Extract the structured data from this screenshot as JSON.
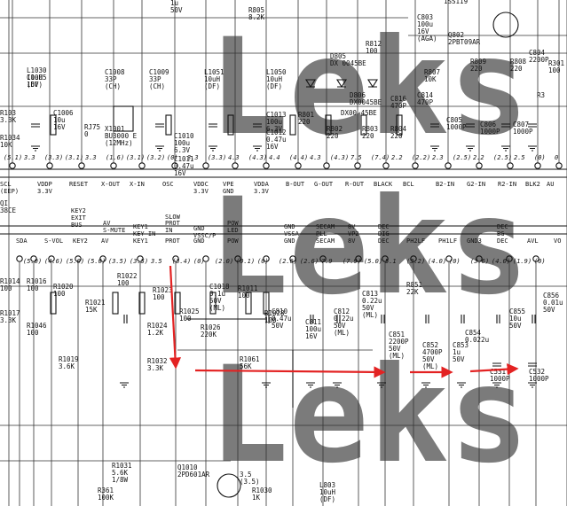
{
  "watermark": "Leks",
  "top_parts": [
    {
      "id": "q_top",
      "text": "1SS119"
    },
    {
      "id": "c_top1",
      "text": "1u\n50V"
    },
    {
      "id": "r805",
      "text": "R805\n8.2K"
    },
    {
      "id": "c803",
      "text": "C803\n100u\n16V\n(AGA)"
    },
    {
      "id": "q802",
      "text": "Q802\n2PBT09AR"
    },
    {
      "id": "r812",
      "text": "R812\n100"
    },
    {
      "id": "d805",
      "text": "D805\nDX 0045BE"
    },
    {
      "id": "r807",
      "text": "R807\n10K"
    },
    {
      "id": "r809",
      "text": "R809\n220"
    },
    {
      "id": "r808",
      "text": "R808\n220"
    },
    {
      "id": "c804",
      "text": "C804\n2200P"
    },
    {
      "id": "r301",
      "text": "R301\n100"
    },
    {
      "id": "r3",
      "text": "R3"
    },
    {
      "id": "c814",
      "text": "C814\n470P"
    },
    {
      "id": "c805",
      "text": "C805\n1000P"
    },
    {
      "id": "c806",
      "text": "C806\n1000P"
    },
    {
      "id": "c807",
      "text": "C807\n1000P"
    },
    {
      "id": "l1030",
      "text": "L1030\n10uH\n(DF)"
    },
    {
      "id": "c1008",
      "text": "C1008\n33P\n(CH)"
    },
    {
      "id": "c1009",
      "text": "C1009\n33P\n(CH)"
    },
    {
      "id": "l1051",
      "text": "L1051\n10uH\n(DF)"
    },
    {
      "id": "l1050",
      "text": "L1050\n10uH\n(DF)"
    },
    {
      "id": "c1006",
      "text": "C1006\n10u\n16V"
    },
    {
      "id": "rj75",
      "text": "RJ75\n0"
    },
    {
      "id": "x1001",
      "text": "X1001\nBU3000 E\n(12MHz)"
    },
    {
      "id": "c1010",
      "text": "C1010\n100u\n6.3V"
    },
    {
      "id": "c1011",
      "text": "C1011\n0.47u\n16V"
    },
    {
      "id": "c1013",
      "text": "C1013\n100u\n6.3V"
    },
    {
      "id": "c1012",
      "text": "C1012\n0.47u\n16V"
    },
    {
      "id": "r801",
      "text": "R801\n220"
    },
    {
      "id": "d806",
      "text": "D806\nDX0045BE"
    },
    {
      "id": "d804",
      "text": "DX00 45BE"
    },
    {
      "id": "c816",
      "text": "C816\n470P"
    },
    {
      "id": "r802",
      "text": "R802\n220"
    },
    {
      "id": "r803",
      "text": "R803\n220"
    },
    {
      "id": "r804",
      "text": "R804\n220"
    },
    {
      "id": "c1005",
      "text": "C1005\n16V"
    },
    {
      "id": "r103",
      "text": "R103\n3.3K"
    },
    {
      "id": "r1034",
      "text": "R1034\n10K"
    }
  ],
  "upper_pins": [
    "SCL\n(EEP)",
    "VDDP\n3.3V",
    "RESET",
    "X-OUT",
    "X-IN",
    "OSC",
    "VDDC\n3.3V",
    "VPE\nGND",
    "VDDA\n3.3V",
    "B-OUT",
    "G-OUT",
    "R-OUT",
    "BLACK",
    "BCL",
    "B2-IN",
    "G2-IN",
    "R2-IN",
    "BLK2",
    "AU"
  ],
  "upper_volts": [
    "(5.1)",
    "3.3",
    "(3.3)",
    "(3.1)",
    "3.3",
    "(1.6)",
    "(3.1)",
    "(3.2)",
    "(0)",
    "3.3",
    "(3.3)",
    "4.3",
    "(4.3)",
    "4.4",
    "(4.4)",
    "4.3",
    "(4.3)",
    "7.5",
    "(7.4)",
    "2.2",
    "(2.2)",
    "2.3",
    "(2.5)",
    "2.2",
    "(2.5)",
    "2.5",
    "(0)",
    "0"
  ],
  "ic_label": "QI\n38CE",
  "mid_headers": [
    "SLOW",
    "KEY2\nEXIT\nBUS",
    "AV\nS-MUTE",
    "KEY1\nKEY-IN",
    "PROT\nIN",
    "GND\nVSSC/P",
    "POW\nLED",
    "GND\nVSSA",
    "SECAM\nPLL",
    "8V\nVP2",
    "DEC\nDIG",
    "DEC\nBG"
  ],
  "lower_pins": [
    "SDA",
    "S-VOL",
    "KEY2",
    "AV",
    "KEY1",
    "PROT",
    "GND",
    "POW",
    "GND",
    "SECAM",
    "8V",
    "DEC",
    "PH2LF",
    "PH1LF",
    "GND3",
    "DEC",
    "AVL",
    "VO"
  ],
  "lower_volts": [
    "(5.0)",
    "(4.6)",
    "(5.0)",
    "(5.0)",
    "(3.5)",
    "(3.5)",
    "3.5",
    "(3.4)",
    "(0)",
    "(2.0)",
    "(0.1)",
    "(0)",
    "(2.6)",
    "(2.6)",
    "7.9",
    "(7.9)",
    "(5.0)",
    "5.1",
    "(3.2)",
    "(4.0)",
    "(0)",
    "(3.6)",
    "(4.0)",
    "(1.9)",
    "(0)"
  ],
  "bottom_parts": [
    {
      "id": "r1014",
      "text": "R1014\n100"
    },
    {
      "id": "r1016",
      "text": "R1016\n100"
    },
    {
      "id": "r1020",
      "text": "R1020\n100"
    },
    {
      "id": "r1021",
      "text": "R1021\n15K"
    },
    {
      "id": "r1022",
      "text": "R1022\n100"
    },
    {
      "id": "r1023",
      "text": "R1023\n100"
    },
    {
      "id": "c1018",
      "text": "C1018\n0.1u\n50V\n(ML)"
    },
    {
      "id": "r1011",
      "text": "R1011\n100"
    },
    {
      "id": "r1046",
      "text": "R1046\n100"
    },
    {
      "id": "r1017",
      "text": "R1017\n3.3K"
    },
    {
      "id": "r1019",
      "text": "R1019\n3.6K"
    },
    {
      "id": "r1025",
      "text": "R1025\n100"
    },
    {
      "id": "r1024",
      "text": "R1024\n1.2K"
    },
    {
      "id": "r1026",
      "text": "R1026\n220K"
    },
    {
      "id": "r1028",
      "text": "R1028\n100"
    },
    {
      "id": "r1032",
      "text": "R1032\n3.3K"
    },
    {
      "id": "r1061",
      "text": "R1061\n56K"
    },
    {
      "id": "c810",
      "text": "C810\n0.47u\n50V"
    },
    {
      "id": "c811",
      "text": "C811\n100u\n16V"
    },
    {
      "id": "c812",
      "text": "C812\n0.22u\n50V\n(ML)"
    },
    {
      "id": "c813",
      "text": "C813\n0.22u\n50V\n(ML)"
    },
    {
      "id": "r851",
      "text": "R851\n22K"
    },
    {
      "id": "c851",
      "text": "C851\n2200P\n50V\n(ML)"
    },
    {
      "id": "c852",
      "text": "C852\n4700P\n50V\n(ML)"
    },
    {
      "id": "c853",
      "text": "C853\n1u\n50V"
    },
    {
      "id": "c854",
      "text": "C854\n0.022u"
    },
    {
      "id": "c855",
      "text": "C855\n10u\n50V"
    },
    {
      "id": "c856",
      "text": "C856\n0.01u\n50V"
    },
    {
      "id": "c531",
      "text": "C531\n1000P"
    },
    {
      "id": "c532",
      "text": "C532\n1000P"
    },
    {
      "id": "r1031",
      "text": "R1031\n5.6K\n1/8W"
    },
    {
      "id": "q1010",
      "text": "Q1010\n2PD601AR"
    },
    {
      "id": "r361",
      "text": "R361\n100K"
    },
    {
      "id": "r1030",
      "text": "R1030\n1K"
    },
    {
      "id": "l803",
      "text": "L803\n10uH\n(DF)"
    },
    {
      "id": "q_volts",
      "text": "3.5\n(3.5)"
    }
  ],
  "colors": {
    "ink": "#111111",
    "highlight": "#e32222",
    "watermark": "#c9c9c9",
    "paper": "#ffffff"
  }
}
